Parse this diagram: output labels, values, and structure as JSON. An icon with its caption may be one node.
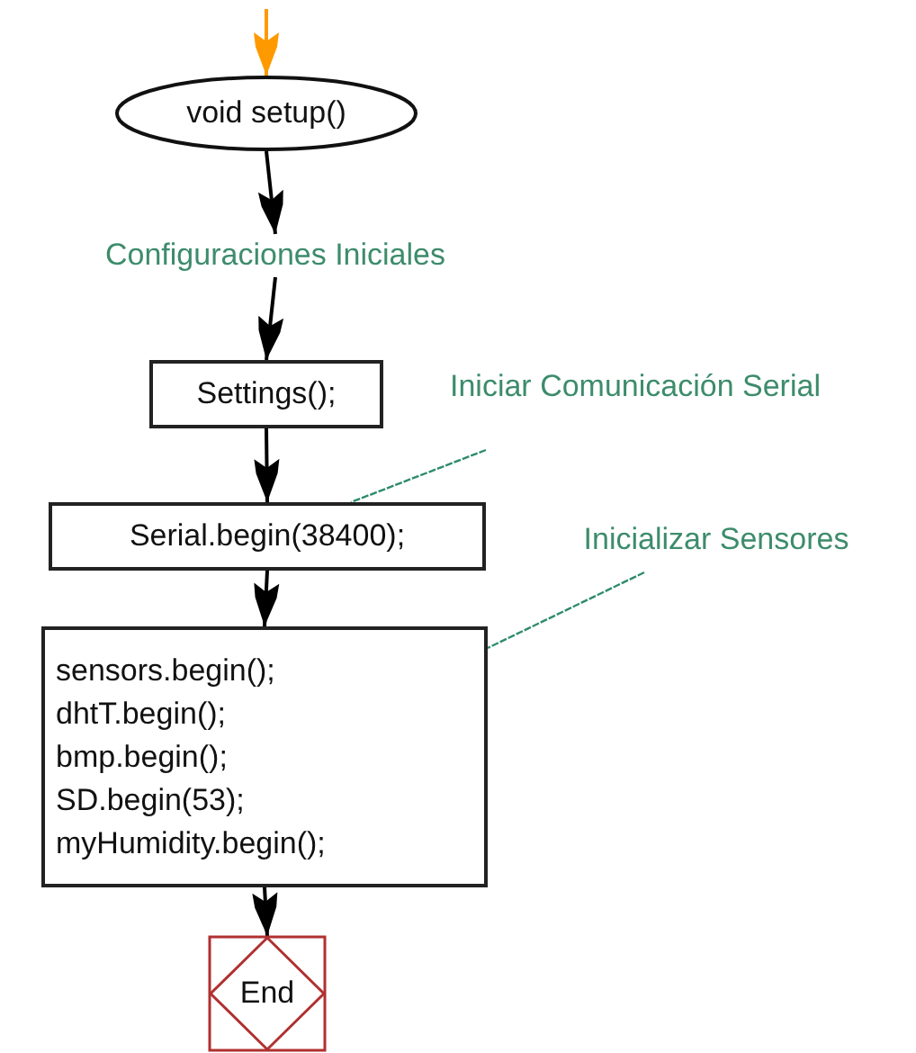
{
  "diagram": {
    "nodes": [
      {
        "text": [
          "void setup()"
        ]
      },
      {
        "text": [
          "Configuraciones Iniciales"
        ]
      },
      {
        "text": [
          "Settings();"
        ]
      },
      {
        "text": [
          "Serial.begin(38400);"
        ]
      },
      {
        "text": [
          "sensors.begin();",
          "dhtT.begin();",
          "bmp.begin();",
          "SD.begin(53);",
          "myHumidity.begin();"
        ]
      },
      {
        "text": [
          "End"
        ]
      },
      {
        "text": [
          "Iniciar Comunicación Serial"
        ]
      },
      {
        "text": [
          "Inicializar Sensores"
        ]
      }
    ],
    "edges": [
      {
        "from": null,
        "to": 0,
        "arrow": "to",
        "color": "#ff9900"
      },
      {
        "from": 0,
        "to": 1,
        "arrow": "to"
      },
      {
        "from": 1,
        "to": 2,
        "arrow": "to"
      },
      {
        "from": 2,
        "to": 3,
        "arrow": "to"
      },
      {
        "from": 3,
        "to": 4,
        "arrow": "to"
      },
      {
        "from": 4,
        "to": 5,
        "arrow": "to"
      },
      {
        "from": 6,
        "to": 3,
        "arrow": "none",
        "style": "dashed",
        "color": "#2e8b6e"
      },
      {
        "from": 7,
        "to": 4,
        "arrow": "none",
        "style": "dashed",
        "color": "#2e8b6e"
      }
    ]
  }
}
